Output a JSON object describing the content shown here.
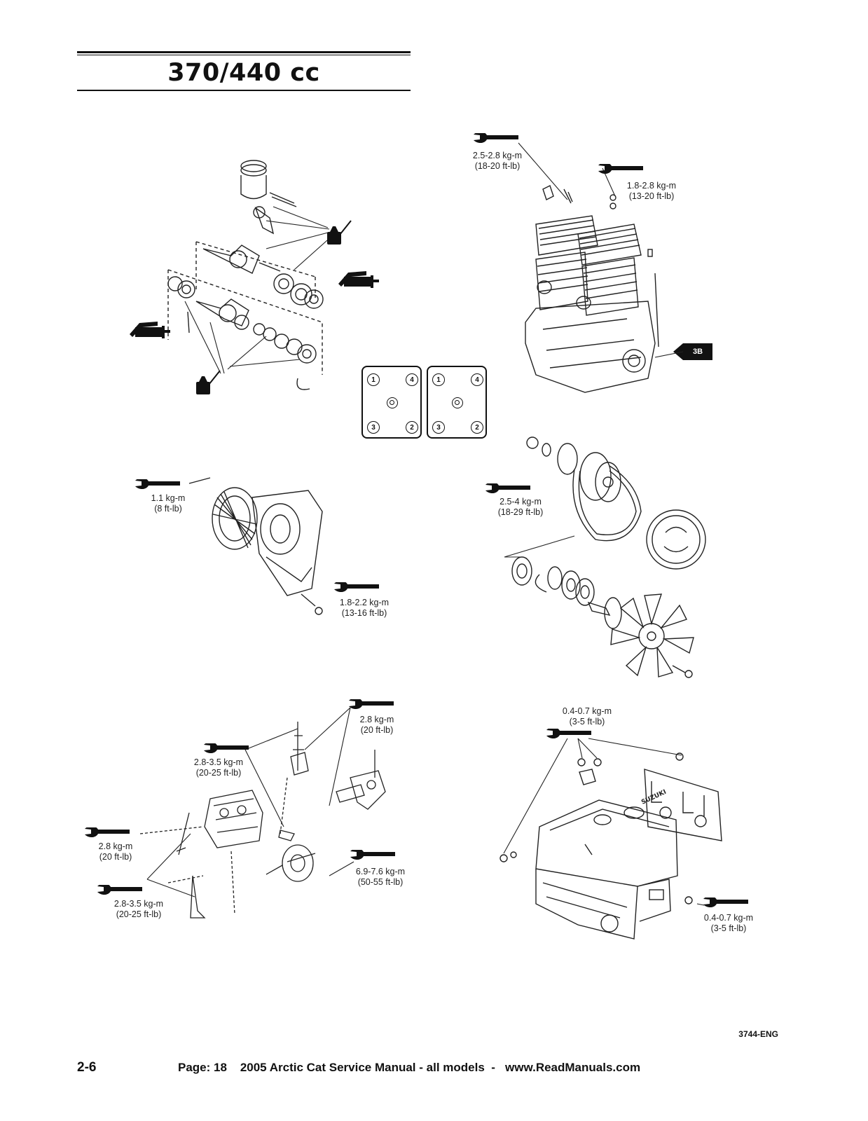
{
  "title": "370/440 cc",
  "torque_specs": {
    "head_nut_metric": "2.5-2.8 kg-m",
    "head_nut_imperial": "(18-20 ft-lb)",
    "head_bolt_metric": "1.8-2.8 kg-m",
    "head_bolt_imperial": "(13-20 ft-lb)",
    "recoil_metric": "1.1 kg-m",
    "recoil_imperial": "(8 ft-lb)",
    "housing_metric": "1.8-2.2 kg-m",
    "housing_imperial": "(13-16 ft-lb)",
    "pulley_metric": "2.5-4 kg-m",
    "pulley_imperial": "(18-29 ft-lb)",
    "mount_a_metric": "2.8 kg-m",
    "mount_a_imperial": "(20 ft-lb)",
    "mount_b_metric": "2.8-3.5 kg-m",
    "mount_b_imperial": "(20-25 ft-lb)",
    "mount_c_metric": "2.8 kg-m",
    "mount_c_imperial": "(20 ft-lb)",
    "mount_d_metric": "2.8-3.5 kg-m",
    "mount_d_imperial": "(20-25 ft-lb)",
    "mount_e_metric": "6.9-7.6 kg-m",
    "mount_e_imperial": "(50-55 ft-lb)",
    "shroud_top_metric": "0.4-0.7 kg-m",
    "shroud_top_imperial": "(3-5 ft-lb)",
    "shroud_bottom_metric": "0.4-0.7 kg-m",
    "shroud_bottom_imperial": "(3-5 ft-lb)"
  },
  "callout_badge": "3B",
  "tightening_sequence": {
    "left": [
      "1",
      "4",
      "3",
      "2"
    ],
    "right": [
      "1",
      "4",
      "3",
      "2"
    ]
  },
  "shroud_logo": "SUZUKI",
  "doc_code": "3744-ENG",
  "page_number": "2-6",
  "footer": "Page: 18    2005 Arctic Cat Service Manual - all models  -   www.ReadManuals.com",
  "icons": [
    "torque-wrench-icon",
    "oil-can-icon",
    "grease-gun-icon"
  ]
}
